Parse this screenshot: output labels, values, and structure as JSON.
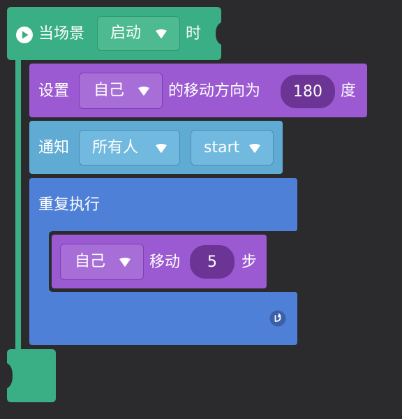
{
  "colors": {
    "background": "#2b2b2e",
    "event": "#3aae85",
    "looks": "#9b5ad2",
    "event_broadcast": "#5fabd4",
    "control": "#4f80d8",
    "motion": "#9b5ad2"
  },
  "event_block": {
    "icon": "play-circle-icon",
    "prefix": "当场景",
    "dropdown": "启动",
    "suffix": "时"
  },
  "set_direction_block": {
    "prefix": "设置",
    "dropdown": "自己",
    "middle": "的移动方向为",
    "value": "180",
    "suffix": "度"
  },
  "broadcast_block": {
    "prefix": "通知",
    "target_dropdown": "所有人",
    "message_dropdown": "start"
  },
  "repeat_block": {
    "label": "重复执行",
    "loop_icon": "loop-arrow-icon"
  },
  "move_block": {
    "dropdown": "自己",
    "middle": "移动",
    "value": "5",
    "suffix": "步"
  }
}
